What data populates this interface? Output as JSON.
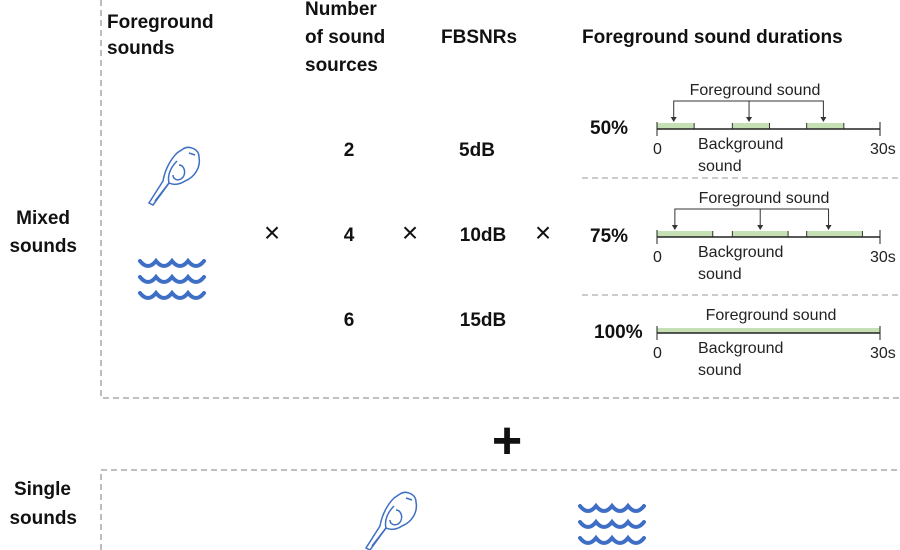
{
  "mixed": {
    "label_line1": "Mixed",
    "label_line2": "sounds",
    "headers": {
      "foreground_line1": "Foreground",
      "foreground_line2": "sounds",
      "num_line1": "Number",
      "num_line2": "of sound",
      "num_line3": "sources",
      "fbsnr": "FBSNRs",
      "durations": "Foreground sound durations"
    },
    "foreground_icons": [
      "bird-icon",
      "water-waves-icon"
    ],
    "num_sources": [
      "2",
      "4",
      "6"
    ],
    "fbsnrs": [
      "5dB",
      "10dB",
      "15dB"
    ],
    "operator": "×",
    "durations": [
      {
        "label": "50%",
        "fraction": 0.5
      },
      {
        "label": "75%",
        "fraction": 0.75
      },
      {
        "label": "100%",
        "fraction": 1.0
      }
    ],
    "timeline": {
      "foreground_label": "Foreground sound",
      "background_line1": "Background",
      "background_line2": "sound",
      "start": "0",
      "end": "30s"
    }
  },
  "plus": "+",
  "single": {
    "label_line1": "Single",
    "label_line2": "sounds",
    "icons": [
      "bird-icon",
      "water-waves-icon"
    ]
  },
  "colors": {
    "icon": "#3f6fc4",
    "segment": "#c5e0b4",
    "dash": "#999999"
  }
}
